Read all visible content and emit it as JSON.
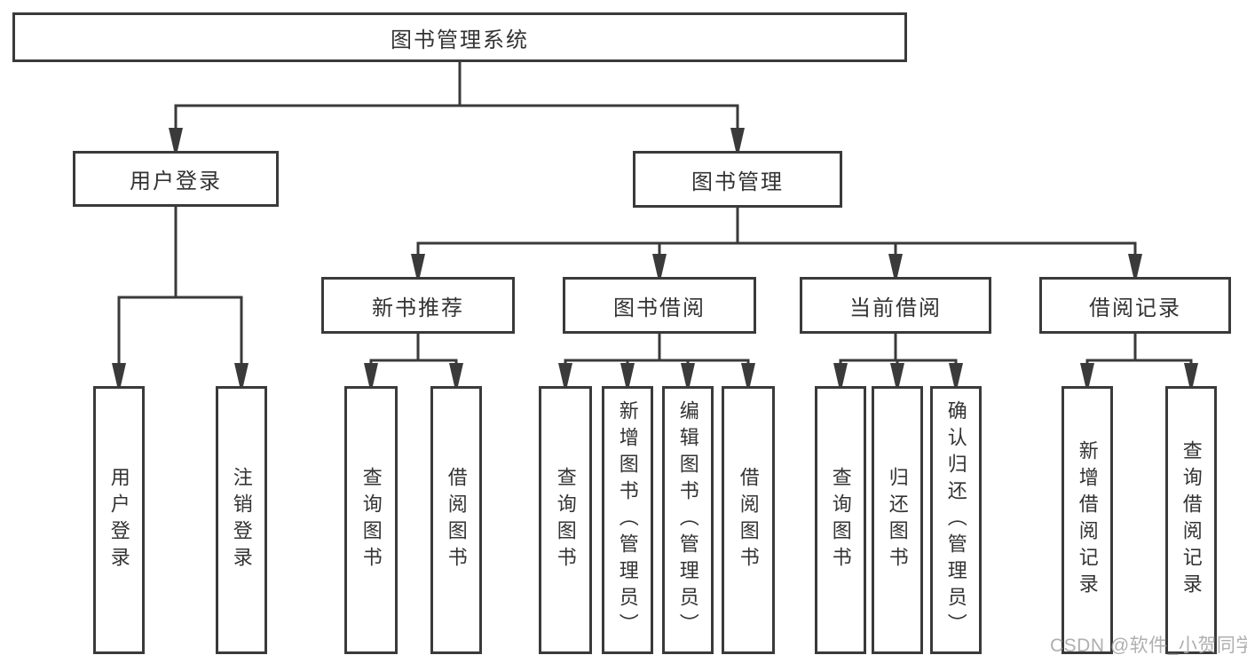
{
  "tree": {
    "root": "图书管理系统",
    "level2": [
      {
        "id": "user-login",
        "label": "用户登录"
      },
      {
        "id": "book-management",
        "label": "图书管理"
      }
    ],
    "level3": [
      {
        "id": "new-book-recommendation",
        "label": "新书推荐"
      },
      {
        "id": "book-borrowing",
        "label": "图书借阅"
      },
      {
        "id": "current-borrowing",
        "label": "当前借阅"
      },
      {
        "id": "borrowing-records",
        "label": "借阅记录"
      }
    ],
    "leaves": {
      "user_login": [
        "用户登录",
        "注销登录"
      ],
      "new_book_recommend": [
        "查询图书",
        "借阅图书"
      ],
      "book_borrow": [
        "查询图书",
        "新增图书（管理员）",
        "编辑图书（管理员）",
        "借阅图书"
      ],
      "current_borrow": [
        "查询图书",
        "归还图书",
        "确认归还（管理员）"
      ],
      "borrow_records": [
        "新增借阅记录",
        "查询借阅记录"
      ]
    }
  },
  "watermark": {
    "text": "CSDN @软件_小贺同学",
    "color": "#a8a8aa"
  },
  "colors": {
    "line": "#3a3a3a",
    "border": "#3a3a3a",
    "text": "#333333",
    "box_background": "#ffffff",
    "page_background": "#ffffff"
  }
}
